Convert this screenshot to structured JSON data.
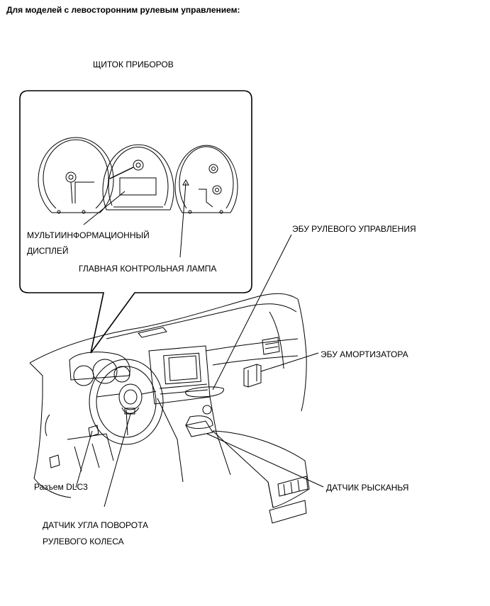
{
  "header": "Для моделей с левосторонним рулевым управлением:",
  "inset_title": "ЩИТОК ПРИБОРОВ",
  "labels": {
    "multi_display_line1": "МУЛЬТИИНФОРМАЦИОННЫЙ",
    "multi_display_line2": "ДИСПЛЕЙ",
    "master_warning_lamp": "ГЛАВНАЯ КОНТРОЛЬНАЯ ЛАМПА",
    "steering_ecu": "ЭБУ РУЛЕВОГО УПРАВЛЕНИЯ",
    "absorber_ecu": "ЭБУ АМОРТИЗАТОРА",
    "yaw_sensor": "ДАТЧИК РЫСКАНЬЯ",
    "dlc3": "Разъем DLC3",
    "steering_angle_line1": "ДАТЧИК УГЛА ПОВОРОТА",
    "steering_angle_line2": "РУЛЕВОГО КОЛЕСА"
  }
}
